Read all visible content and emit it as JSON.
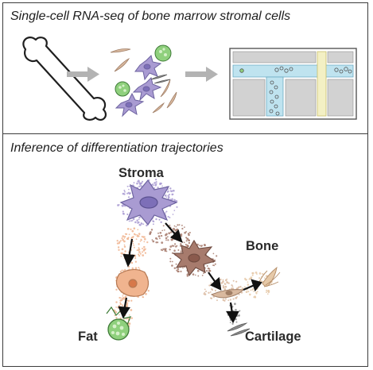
{
  "header": {
    "title": "Single-cell RNA-seq of bone marrow stromal cells"
  },
  "trajectory": {
    "title": "Inference of differentiation trajectories",
    "labels": {
      "stroma": "Stroma",
      "bone": "Bone",
      "fat": "Fat",
      "cartilage": "Cartilage"
    }
  },
  "colors": {
    "stroma": "#a99bd2",
    "stroma_edge": "#6d63a0",
    "fat_precursor": "#f0b48f",
    "fat_cell": "#8fd07d",
    "intermediate": "#a77b6d",
    "osteo": "#d9b99f",
    "bone": "#e6c9a8",
    "cartilage": "#8d8d8d",
    "arrow_gray": "#b3b3b3",
    "vessel": "#bfe3ef",
    "marrow_gray": "#d2d2d2"
  }
}
